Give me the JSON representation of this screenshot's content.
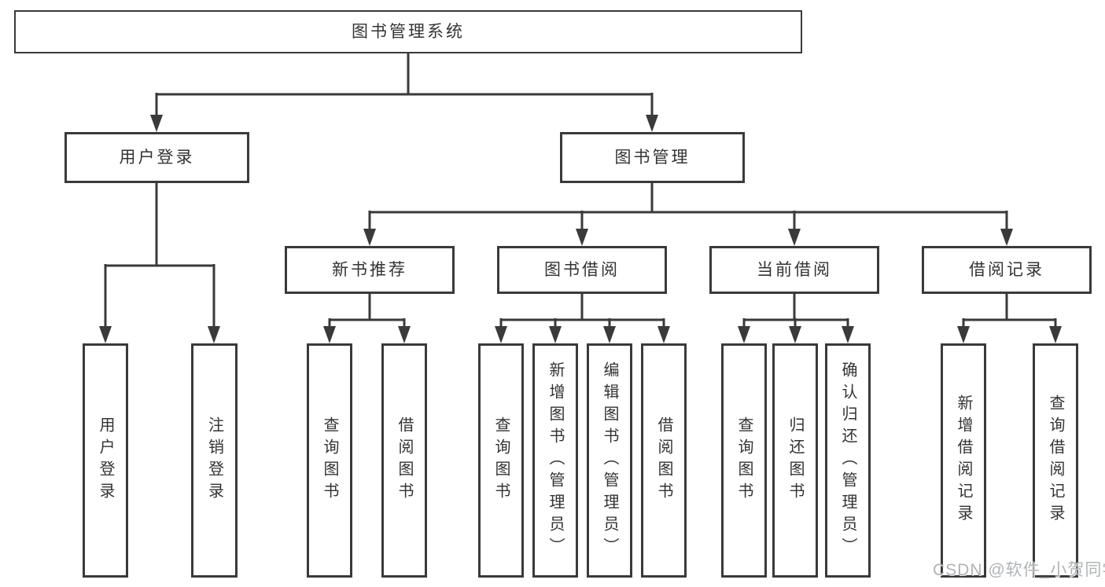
{
  "colors": {
    "line": "#3a3a3a",
    "box_border": "#3a3a3a",
    "box_background": "#ffffff",
    "text": "#333333",
    "watermark": "#b0b3b6",
    "page_background": "#ffffff"
  },
  "watermark": "CSDN @软件_小贺同学",
  "tree": {
    "root": {
      "label": "图书管理系统",
      "children": [
        {
          "label": "用户登录",
          "children": [
            {
              "label": "用户登录"
            },
            {
              "label": "注销登录"
            }
          ]
        },
        {
          "label": "图书管理",
          "children": [
            {
              "label": "新书推荐",
              "children": [
                {
                  "label": "查询图书"
                },
                {
                  "label": "借阅图书"
                }
              ]
            },
            {
              "label": "图书借阅",
              "children": [
                {
                  "label": "查询图书"
                },
                {
                  "label": "新增图书（管理员）"
                },
                {
                  "label": "编辑图书（管理员）"
                },
                {
                  "label": "借阅图书"
                }
              ]
            },
            {
              "label": "当前借阅",
              "children": [
                {
                  "label": "查询图书"
                },
                {
                  "label": "归还图书"
                },
                {
                  "label": "确认归还（管理员）"
                }
              ]
            },
            {
              "label": "借阅记录",
              "children": [
                {
                  "label": "新增借阅记录"
                },
                {
                  "label": "查询借阅记录"
                }
              ]
            }
          ]
        }
      ]
    }
  }
}
